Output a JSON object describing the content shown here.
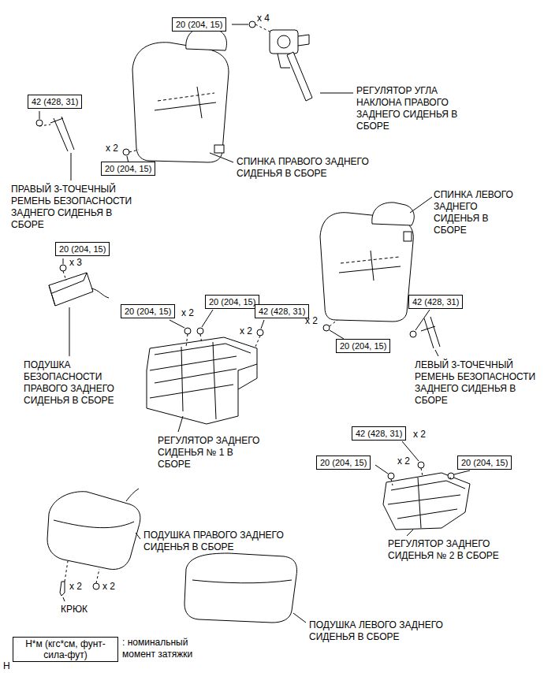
{
  "diagram": {
    "nodes": [
      {
        "text": [
          "20 (204, 15)"
        ]
      },
      {
        "text": [
          "42 (428, 31)"
        ]
      },
      {
        "text": [
          "20 (204, 15)"
        ]
      },
      {
        "text": [
          "20 (204, 15)"
        ]
      },
      {
        "text": [
          "20 (204, 15)"
        ]
      },
      {
        "text": [
          "42 (428, 31)"
        ]
      },
      {
        "text": [
          "20 (204, 15)"
        ]
      },
      {
        "text": [
          "42 (428, 31)"
        ]
      },
      {
        "text": [
          "20 (204, 15)"
        ]
      },
      {
        "text": [
          "42 (428, 31)"
        ]
      },
      {
        "text": [
          "20 (204, 15)"
        ]
      },
      {
        "text": [
          "20 (204, 15)"
        ]
      },
      {
        "text": [
          "Н*м (кгс*см, фунт-сила-фут)"
        ]
      }
    ],
    "labels": [
      "РЕГУЛЯТОР УГЛА НАКЛОНА ПРАВОГО ЗАДНЕГО СИДЕНЬЯ В СБОРЕ",
      "x 4",
      "ПРАВЫЙ 3-ТОЧЕЧНЫЙ РЕМЕНЬ БЕЗОПАСНОСТИ ЗАДНЕГО СИДЕНЬЯ В СБОРЕ",
      "x 2",
      "СПИНКА ПРАВОГО ЗАДНЕГО СИДЕНЬЯ В СБОРЕ",
      "СПИНКА ЛЕВОГО ЗАДНЕГО СИДЕНЬЯ В СБОРЕ",
      "x 3",
      "x 2",
      "x 2",
      "x 2",
      "ЛЕВЫЙ 3-ТОЧЕЧНЫЙ РЕМЕНЬ БЕЗОПАСНОСТИ ЗАДНЕГО СИДЕНЬЯ В СБОРЕ",
      "ПОДУШКА БЕЗОПАСНОСТИ ПРАВОГО ЗАДНЕГО СИДЕНЬЯ В СБОРЕ",
      "РЕГУЛЯТОР ЗАДНЕГО СИДЕНЬЯ № 1 В СБОРЕ",
      "x 2",
      "x 2",
      "ПОДУШКА ПРАВОГО ЗАДНЕГО СИДЕНЬЯ В СБОРЕ",
      "РЕГУЛЯТОР ЗАДНЕГО СИДЕНЬЯ № 2 В СБОРЕ",
      "x 2",
      "x 2",
      "КРЮК",
      "ПОДУШКА ЛЕВОГО ЗАДНЕГО СИДЕНЬЯ В СБОРЕ",
      ": номинальный момент затяжки",
      "H"
    ]
  }
}
